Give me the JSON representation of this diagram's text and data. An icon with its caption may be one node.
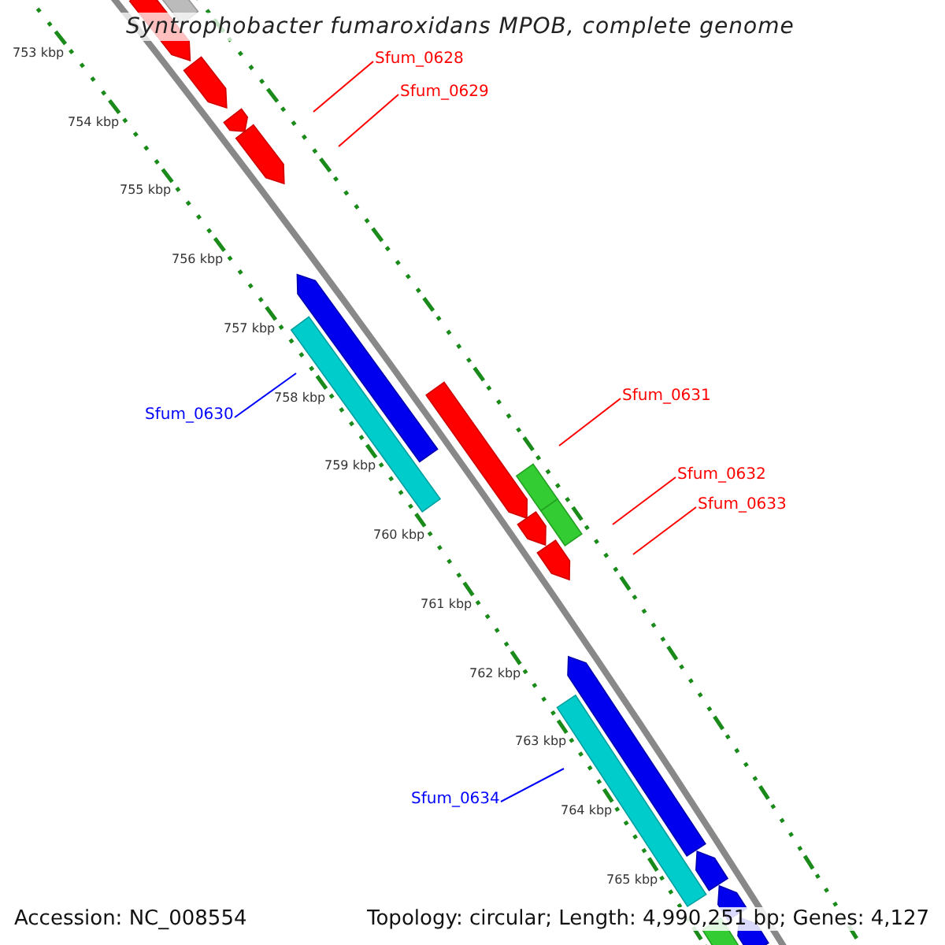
{
  "diagram": {
    "title": "Syntrophobacter fumaroxidans MPOB, complete genome",
    "nodes": [
      {
        "text": [
          "Sfum_0628"
        ]
      },
      {
        "text": [
          "Sfum_0629"
        ]
      },
      {
        "text": [
          "Sfum_0631"
        ]
      },
      {
        "text": [
          "Sfum_0630"
        ]
      },
      {
        "text": [
          "Sfum_0632"
        ]
      },
      {
        "text": [
          "Sfum_0633"
        ]
      },
      {
        "text": [
          "Sfum_0634"
        ]
      }
    ],
    "edges": [
      {
        "from": 0,
        "to": null,
        "arrow": "none"
      },
      {
        "from": 1,
        "to": null,
        "arrow": "none"
      },
      {
        "from": 2,
        "to": null,
        "arrow": "none"
      },
      {
        "from": 3,
        "to": null,
        "arrow": "none",
        "color": "#0000ff"
      },
      {
        "from": 4,
        "to": null,
        "arrow": "none"
      },
      {
        "from": 5,
        "to": null,
        "arrow": "none"
      },
      {
        "from": 6,
        "to": null,
        "arrow": "none",
        "color": "#0000ff"
      }
    ],
    "labels": [
      "753 kbp",
      "754 kbp",
      "755 kbp",
      "756 kbp",
      "757 kbp",
      "758 kbp",
      "759 kbp",
      "760 kbp",
      "761 kbp",
      "762 kbp",
      "763 kbp",
      "764 kbp",
      "765 kbp",
      "Accession: NC_008554",
      "Topology: circular; Length: 4,990,251 bp; Genes: 4,127"
    ]
  }
}
